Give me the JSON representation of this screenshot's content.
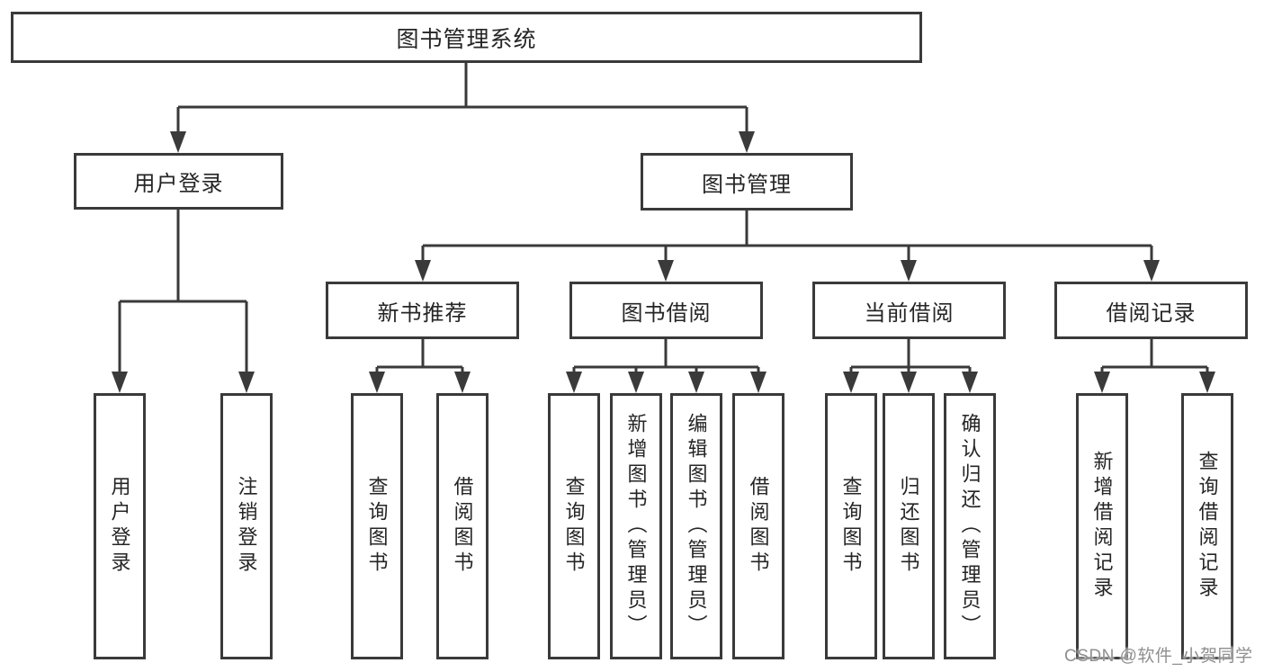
{
  "nodes": {
    "root": {
      "label": "图书管理系统"
    },
    "user_login": {
      "label": "用户登录"
    },
    "book_mgmt": {
      "label": "图书管理"
    },
    "new_books": {
      "label": "新书推荐"
    },
    "book_borrow": {
      "label": "图书借阅"
    },
    "current_borrow": {
      "label": "当前借阅"
    },
    "borrow_records": {
      "label": "借阅记录"
    },
    "leaf_user_login": {
      "label": "用户登录"
    },
    "leaf_logout": {
      "label": "注销登录"
    },
    "leaf_nb_query": {
      "label": "查询图书"
    },
    "leaf_nb_borrow": {
      "label": "借阅图书"
    },
    "leaf_bb_query": {
      "label": "查询图书"
    },
    "leaf_bb_add": {
      "label": "新增图书（管理员）"
    },
    "leaf_bb_edit": {
      "label": "编辑图书（管理员）"
    },
    "leaf_bb_borrow": {
      "label": "借阅图书"
    },
    "leaf_cb_query": {
      "label": "查询图书"
    },
    "leaf_cb_return": {
      "label": "归还图书"
    },
    "leaf_cb_confirm": {
      "label": "确认归还（管理员）"
    },
    "leaf_br_add": {
      "label": "新增借阅记录"
    },
    "leaf_br_query": {
      "label": "查询借阅记录"
    }
  },
  "watermark": {
    "text": "CSDN @软件_小贺同学"
  },
  "colors": {
    "line": "#3a3a3a",
    "box_border": "#3a3a3a",
    "text": "#252525",
    "watermark": "#8f8f8f",
    "background": "#ffffff"
  }
}
